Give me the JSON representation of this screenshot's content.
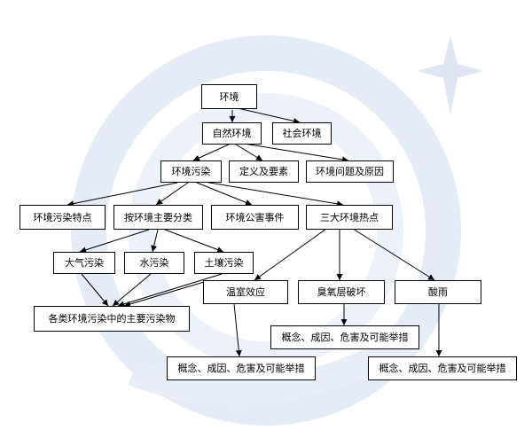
{
  "diagram": {
    "nodes": {
      "root": "环境",
      "natural_env": "自然环境",
      "social_env": "社会环境",
      "env_pollution": "环境污染",
      "definition_elements": "定义及要素",
      "env_problems_causes": "环境问题及原因",
      "pollution_features": "环境污染特点",
      "classification": "按环境主要分类",
      "public_hazard_events": "环境公害事件",
      "three_hotspots": "三大环境热点",
      "air_pollution": "大气污染",
      "water_pollution": "水污染",
      "soil_pollution": "土壤污染",
      "major_pollutants": "各类环境污染中的主要污染物",
      "greenhouse_effect": "温室效应",
      "ozone_depletion": "臭氧层破坏",
      "acid_rain": "酸雨",
      "detail_greenhouse": "概念、成因、危害及可能举措",
      "detail_ozone": "概念、成因、危害及可能举措",
      "detail_acid_rain": "概念、成因、危害及可能举措"
    },
    "colors": {
      "box_border": "#000000",
      "line": "#000000",
      "watermark": "#dde6f4"
    }
  }
}
